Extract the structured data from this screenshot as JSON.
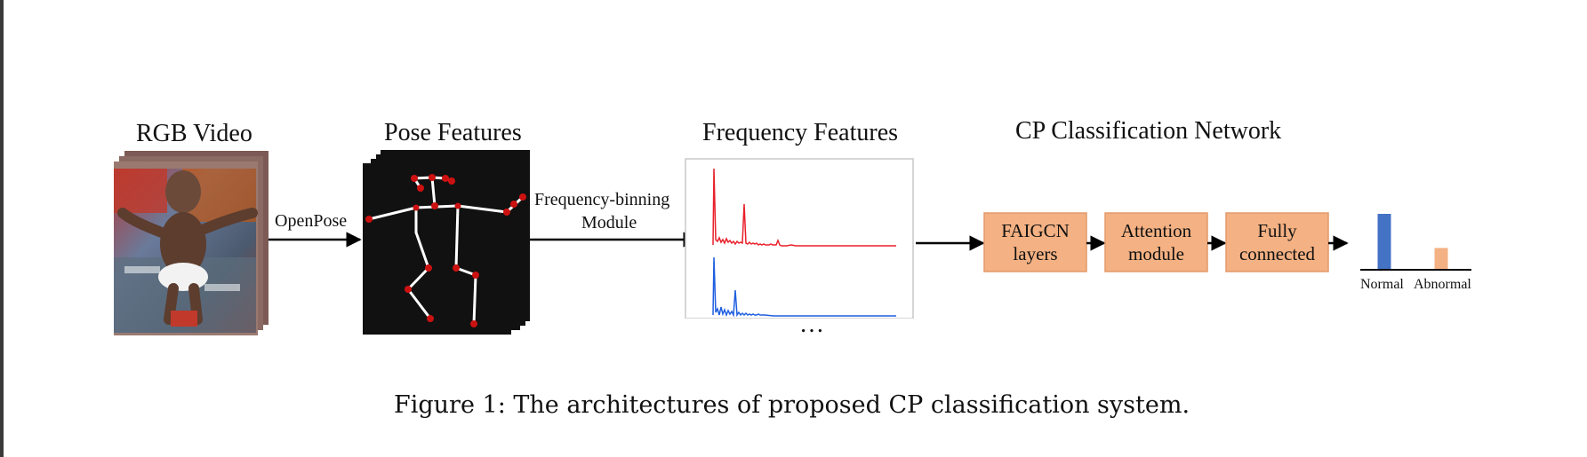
{
  "stages": {
    "rgb_video": "RGB Video",
    "pose_features": "Pose Features",
    "frequency_features": "Frequency Features",
    "classification_network": "CP Classification Network"
  },
  "arrows": {
    "openpose": "OpenPose",
    "frequency_binning_line1": "Frequency-binning",
    "frequency_binning_line2": "Module"
  },
  "network_blocks": [
    {
      "line1": "FAIGCN",
      "line2": "layers"
    },
    {
      "line1": "Attention",
      "line2": "module"
    },
    {
      "line1": "Fully",
      "line2": "connected"
    }
  ],
  "ellipsis": "…",
  "output_chart": {
    "categories": [
      "Normal",
      "Abnormal"
    ],
    "values": [
      1.0,
      0.38
    ],
    "colors": [
      "#4472c4",
      "#f4b183"
    ]
  },
  "colors": {
    "block_fill": "#f4b183",
    "block_stroke": "#e39a6b",
    "spectrum_red": "#e8202a",
    "spectrum_blue": "#1f5ee0",
    "joint_red": "#cc1111"
  },
  "caption": "Figure 1:  The architectures of proposed CP classification system."
}
